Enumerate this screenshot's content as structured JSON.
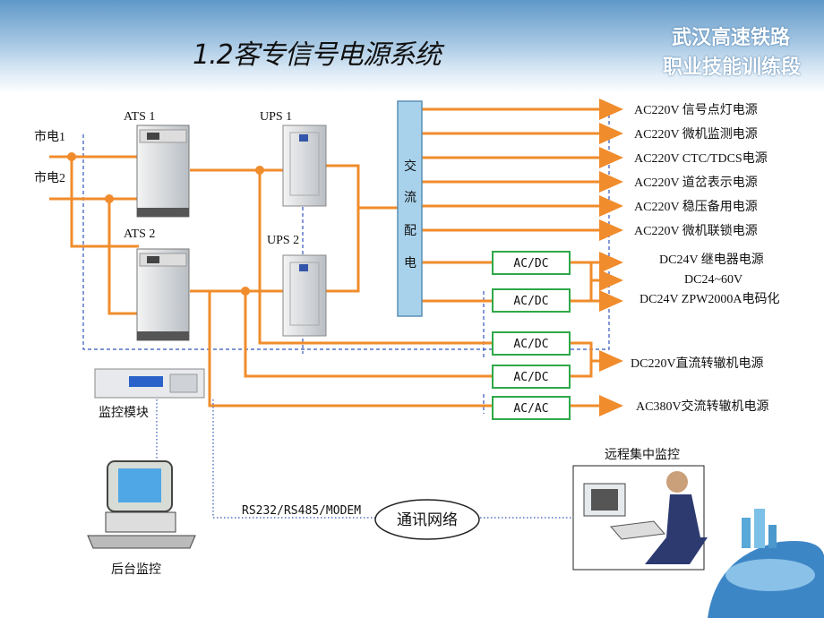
{
  "title": "1.2客专信号电源系统",
  "brand": {
    "line1": "武汉高速铁路",
    "line2": "职业技能训练段"
  },
  "sources": {
    "mains1": "市电1",
    "mains2": "市电2"
  },
  "equipment": {
    "ats1": "ATS  1",
    "ats2": "ATS  2",
    "ups1": "UPS 1",
    "ups2": "UPS 2"
  },
  "distribution": {
    "label": [
      "交",
      "流",
      "配",
      "电"
    ]
  },
  "converters": [
    "AC/DC",
    "AC/DC",
    "AC/DC",
    "AC/DC",
    "AC/AC"
  ],
  "outputs": [
    "AC220V 信号点灯电源",
    "AC220V 微机监测电源",
    "AC220V CTC/TDCS电源",
    "AC220V 道岔表示电源",
    "AC220V 稳压备用电源",
    "AC220V 微机联锁电源",
    "DC24V 继电器电源",
    "DC24~60V",
    "DC24V ZPW2000A电码化",
    "DC220V直流转辙机电源",
    "AC380V交流转辙机电源"
  ],
  "monitoring": {
    "module": "监控模块",
    "backend": "后台监控",
    "remote": "远程集中监控",
    "protocol": "RS232/RS485/MODEM",
    "network": "通讯网络"
  },
  "colors": {
    "power_line": "#f08c2c",
    "signal_line": "#3355bb",
    "converter_border": "#2fa84a",
    "distribution_fill": "#a8d2ec"
  }
}
